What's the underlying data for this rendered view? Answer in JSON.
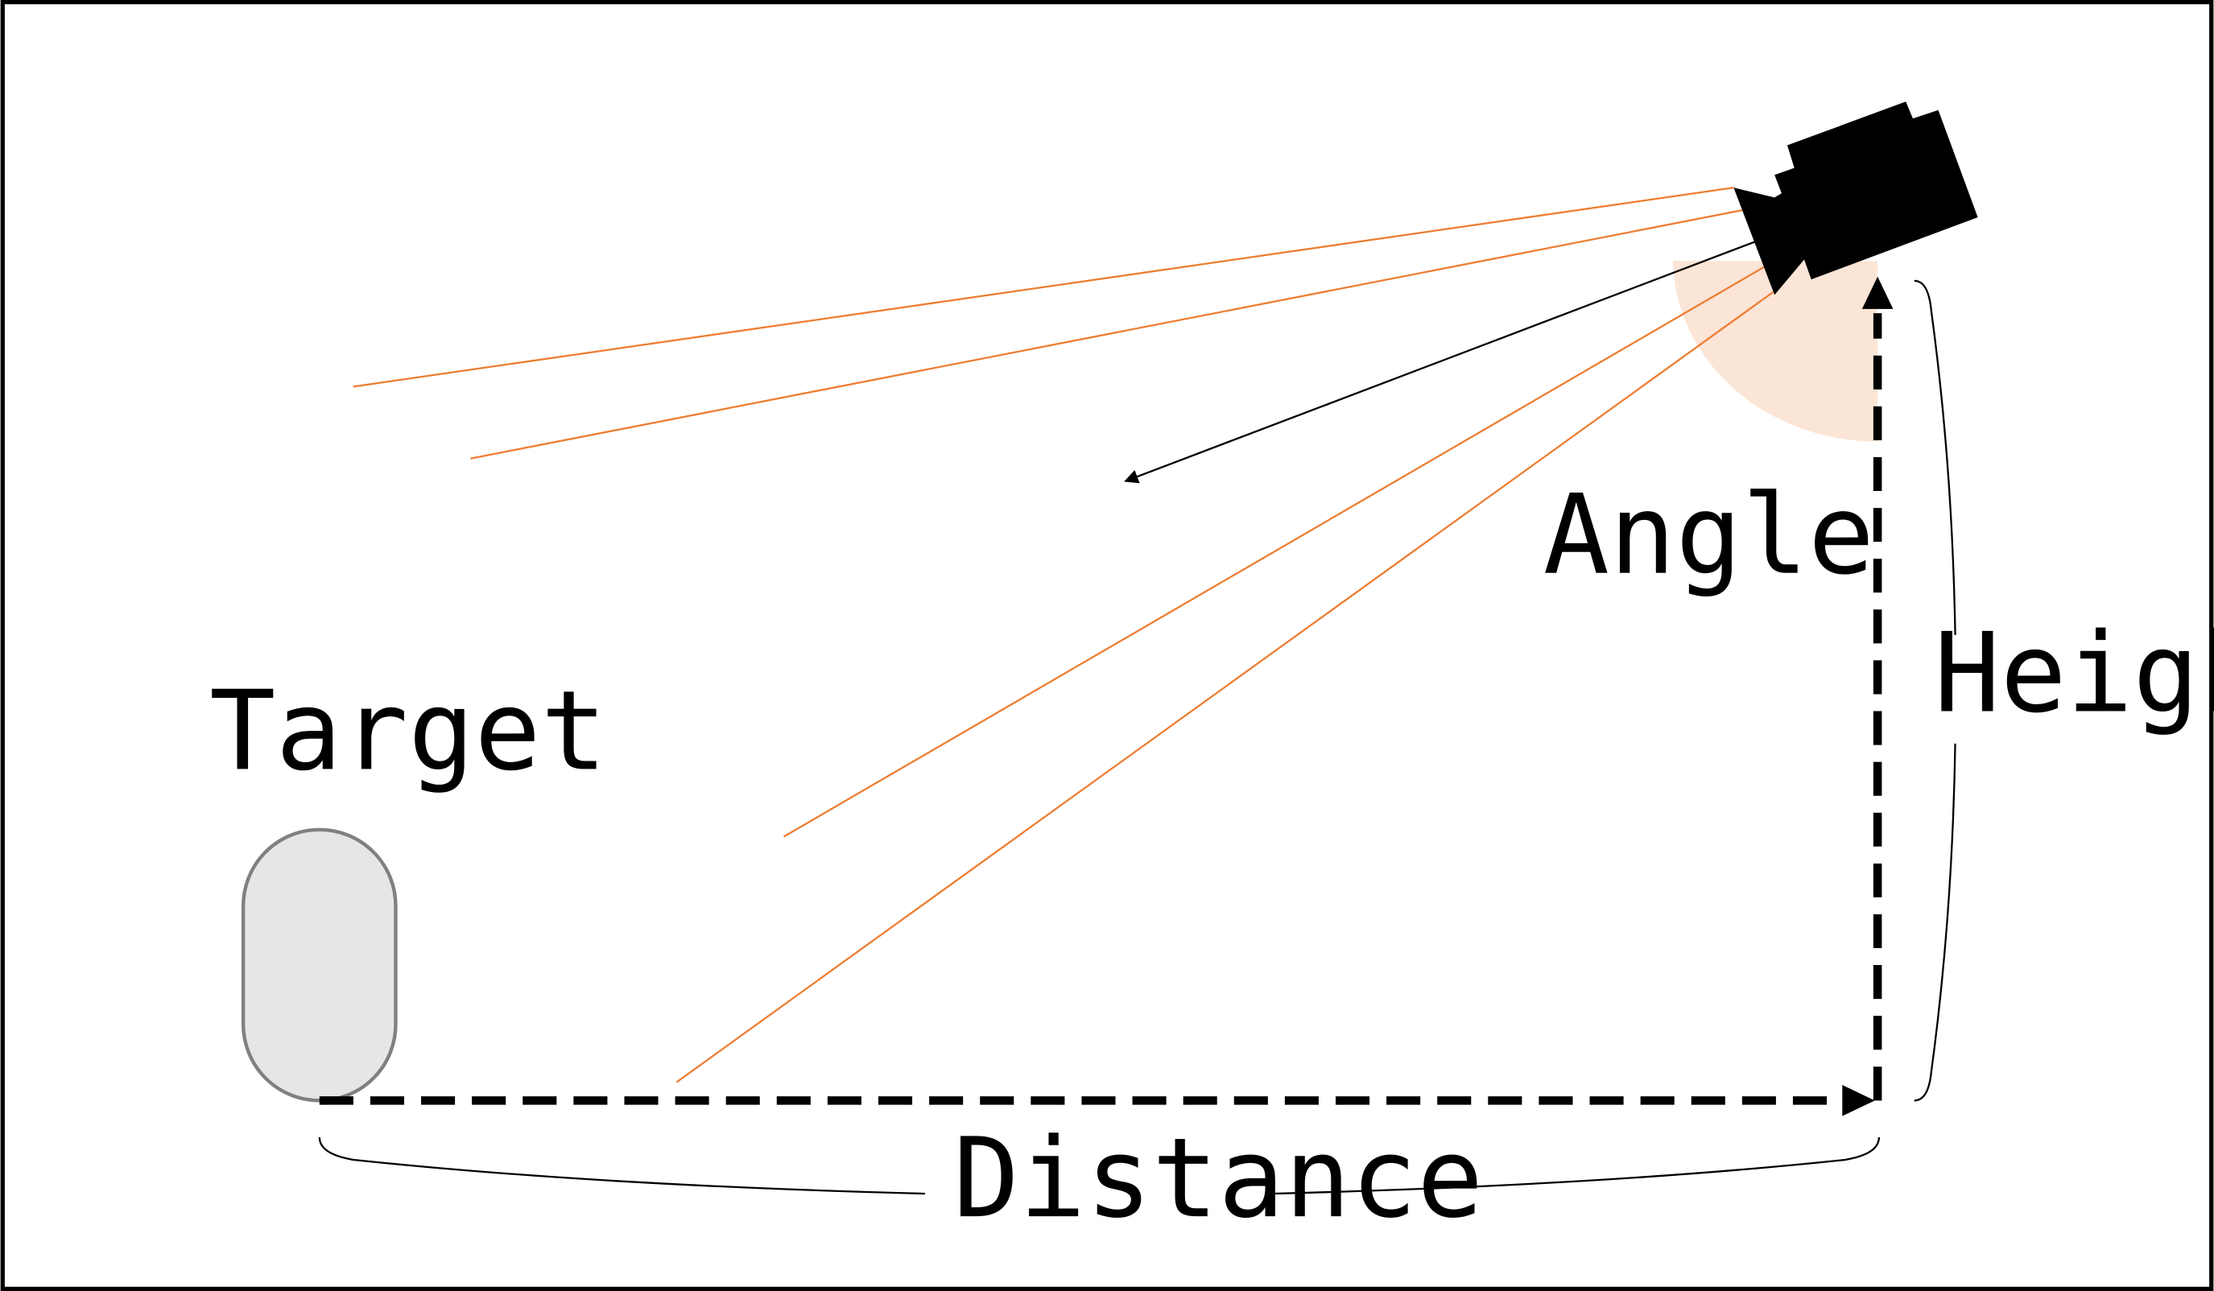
{
  "labels": {
    "target": "Target",
    "angle": "Angle",
    "height": "Height",
    "distance": "Distance"
  },
  "colors": {
    "frame": "#000000",
    "rays": "#ed7d31",
    "angle_arc": "#fbe5d6",
    "target_fill": "#e6e6e6",
    "target_stroke": "#808080",
    "camera": "#000000"
  },
  "icons": {
    "camera": "camera-icon",
    "target": "target-shape"
  }
}
